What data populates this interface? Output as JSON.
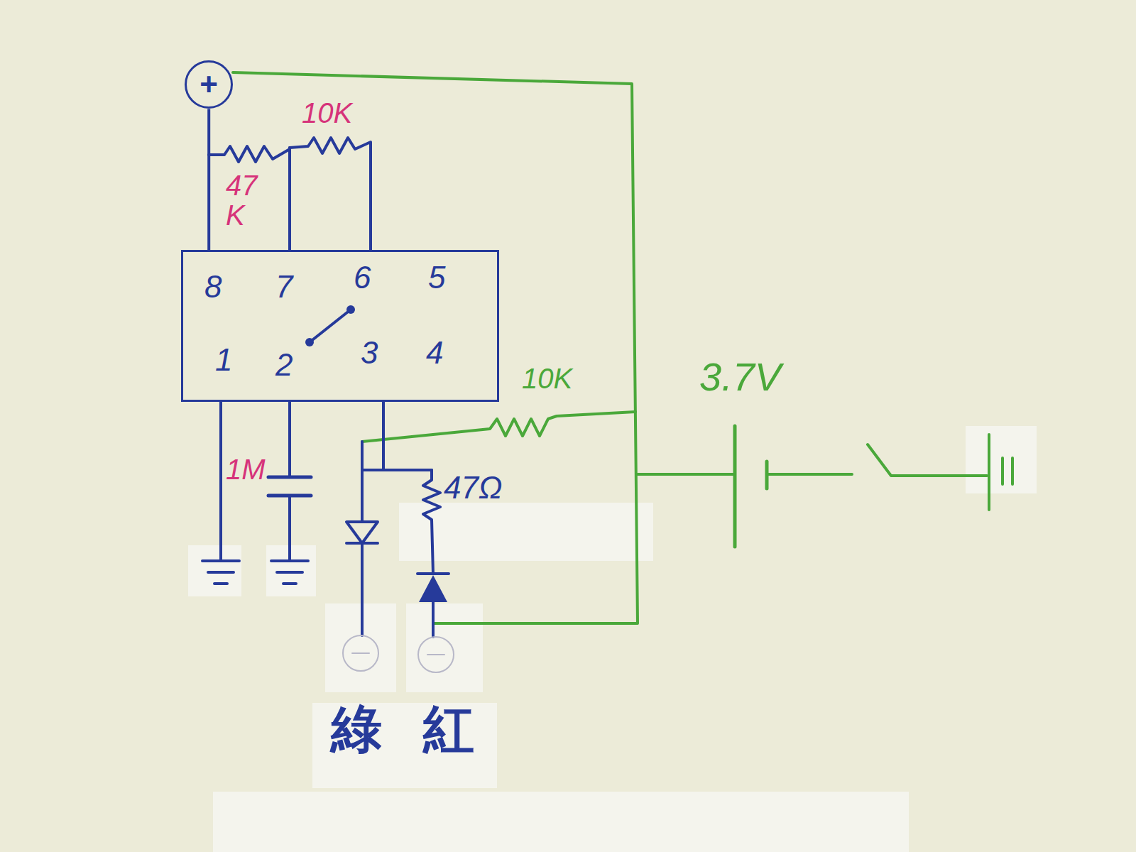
{
  "diagram": {
    "nodes": [
      {
        "text": [
          "+"
        ]
      },
      {
        "text": [
          "8",
          "7",
          "6",
          "5",
          "1",
          "2",
          "3",
          "4"
        ]
      }
    ],
    "edges": [
      {
        "from": 0,
        "to": 1,
        "arrow": "none"
      }
    ],
    "labels": [
      "10K",
      "47 K",
      "1M",
      "10K",
      "47Ω",
      "3.7V",
      "綠",
      "紅"
    ]
  }
}
